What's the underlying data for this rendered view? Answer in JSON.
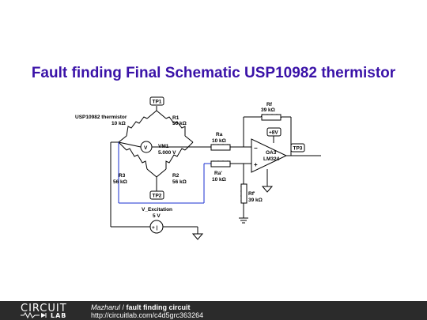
{
  "page": {
    "title": "Fault finding Final Schematic USP10982 thermistor"
  },
  "schematic": {
    "tp1": "TP1",
    "tp2": "TP2",
    "tp3": "TP3",
    "thermistor_name": "USP10982 thermistor",
    "thermistor_value": "10 kΩ",
    "r1_name": "R1",
    "r1_value": "56 kΩ",
    "r2_name": "R2",
    "r2_value": "56 kΩ",
    "r3_name": "R3",
    "r3_value": "56 kΩ",
    "vm_symbol": "V",
    "vm_name": "VM1",
    "vm_value": "5.000 V",
    "ra_name": "Ra",
    "ra_value": "10 kΩ",
    "ra2_name": "Ra'",
    "ra2_value": "10 kΩ",
    "rf_name": "Rf",
    "rf_value": "39 kΩ",
    "rf2_name": "Rf'",
    "rf2_value": "39 kΩ",
    "supply": "+8V",
    "oa_name": "OA3",
    "oa_part": "LM324",
    "minus": "−",
    "plus": "+",
    "vex_name": "V_Excitation",
    "vex_value": "5 V",
    "source_symbol": "+ |"
  },
  "footer": {
    "logo_top": "CIRCUIT",
    "logo_bottom": "LAB",
    "author": "Mazharul",
    "separator": " / ",
    "circuit_name": "fault finding circuit",
    "url": "http://circuitlab.com/c4d5grc363264"
  },
  "colors": {
    "title": "#3a12a8",
    "wire": "#000000",
    "highlight_wire": "#1a2fd0",
    "footer_bg": "#2b2b2b"
  }
}
